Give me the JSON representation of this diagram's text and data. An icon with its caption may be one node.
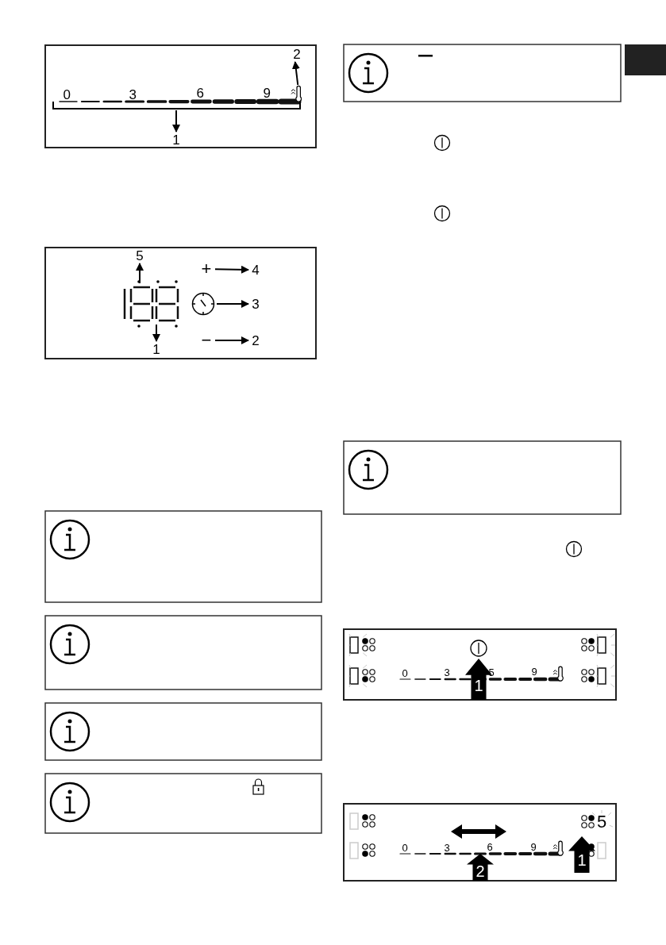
{
  "diagram": {
    "nodes": [
      {
        "text": [
          "1"
        ]
      },
      {
        "text": [
          "2"
        ]
      },
      {
        "text": [
          "+"
        ]
      },
      {
        "text": [
          "4"
        ]
      },
      {
        "text": [],
        "shape": "circle"
      },
      {
        "text": [
          "3"
        ]
      },
      {
        "text": [
          "−"
        ]
      },
      {
        "text": [
          "2"
        ]
      },
      {
        "text": [
          "5"
        ]
      },
      {
        "text": [
          "1"
        ]
      },
      {
        "text": [
          "1"
        ]
      },
      {
        "text": [
          "2"
        ]
      },
      {
        "text": [
          "1"
        ]
      },
      {
        "text": [],
        "shape": "thermometer"
      }
    ],
    "edges": [
      {
        "from": null,
        "to": 0,
        "arrow": "to"
      },
      {
        "from": 13,
        "to": 1,
        "arrow": "to"
      },
      {
        "from": 2,
        "to": 3,
        "arrow": "to"
      },
      {
        "from": 4,
        "to": 5,
        "arrow": "to"
      },
      {
        "from": 6,
        "to": 7,
        "arrow": "to"
      },
      {
        "from": null,
        "to": 8,
        "arrow": "to"
      },
      {
        "from": null,
        "to": 9,
        "arrow": "to"
      }
    ],
    "labels": [
      "0",
      "3",
      "6",
      "9",
      "0",
      "3",
      "5",
      "9",
      "5",
      "0",
      "3",
      "6",
      "9"
    ]
  }
}
